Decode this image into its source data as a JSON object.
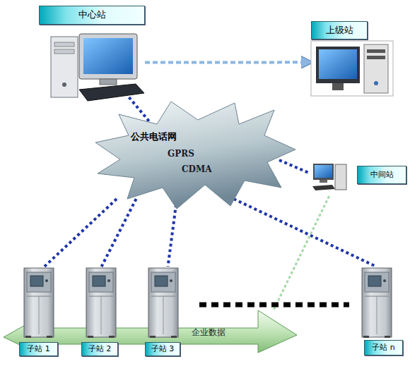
{
  "diagram": {
    "nodes": [
      {
        "text": [
          "中心站"
        ]
      },
      {
        "text": [
          "上级站"
        ]
      },
      {
        "text": [
          "公共电话网",
          "GPRS",
          "CDMA"
        ]
      },
      {
        "text": [
          "中间站"
        ]
      },
      {
        "text": [
          "子站 1"
        ]
      },
      {
        "text": [
          "子站 2"
        ]
      },
      {
        "text": [
          "子站 3"
        ]
      },
      {
        "text": [
          "子站 n"
        ]
      },
      {
        "text": [
          "企业数据"
        ]
      }
    ],
    "edges": [
      {
        "from": 0,
        "to": 1,
        "arrow": "to"
      },
      {
        "from": 0,
        "to": 2,
        "arrow": "none"
      },
      {
        "from": 2,
        "to": 3,
        "arrow": "none"
      },
      {
        "from": 2,
        "to": 4,
        "arrow": "none"
      },
      {
        "from": 2,
        "to": 5,
        "arrow": "none"
      },
      {
        "from": 2,
        "to": 6,
        "arrow": "none"
      },
      {
        "from": 2,
        "to": 7,
        "arrow": "none"
      },
      {
        "from": 3,
        "to": 8,
        "arrow": "none"
      }
    ]
  }
}
